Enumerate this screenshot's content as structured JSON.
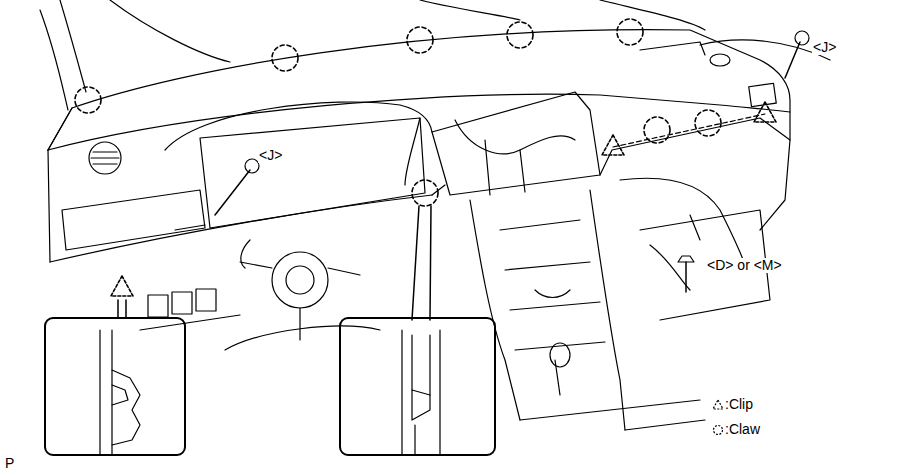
{
  "diagram": {
    "labels": [
      "<J>",
      "<J>",
      "<D> or <M>",
      "P"
    ],
    "legend": [
      {
        "text": ":Clip"
      },
      {
        "text": ":Claw"
      }
    ]
  }
}
